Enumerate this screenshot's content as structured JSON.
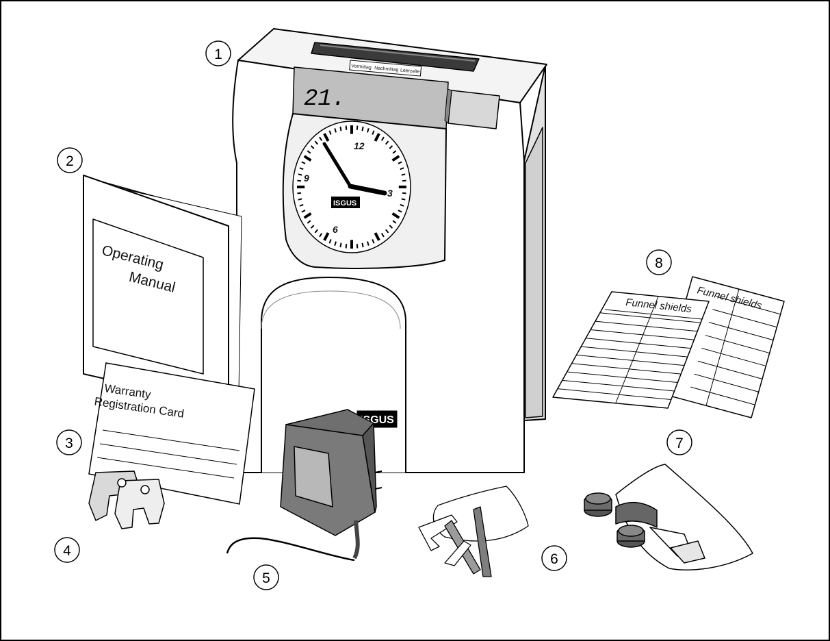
{
  "figure": {
    "callouts": [
      {
        "id": 1,
        "label": "1"
      },
      {
        "id": 2,
        "label": "2"
      },
      {
        "id": 3,
        "label": "3"
      },
      {
        "id": 4,
        "label": "4"
      },
      {
        "id": 5,
        "label": "5"
      },
      {
        "id": 6,
        "label": "6"
      },
      {
        "id": 7,
        "label": "7"
      },
      {
        "id": 8,
        "label": "8"
      }
    ],
    "clock": {
      "display_text": "21.",
      "dial_numbers": {
        "n12": "12",
        "n3": "3",
        "n6": "6",
        "n9": "9"
      },
      "brand": "ISGUS",
      "tabs": [
        "Vormittag",
        "Nachmittag",
        "Leerzeile"
      ]
    },
    "manual": {
      "line1": "Operating",
      "line2": "Manual"
    },
    "warranty_card": {
      "line1": "Warranty",
      "line2": "Registration Card"
    },
    "funnel_shields": {
      "sheet_label_back": "Funnel shields",
      "sheet_label_front": "Funnel shields"
    }
  }
}
